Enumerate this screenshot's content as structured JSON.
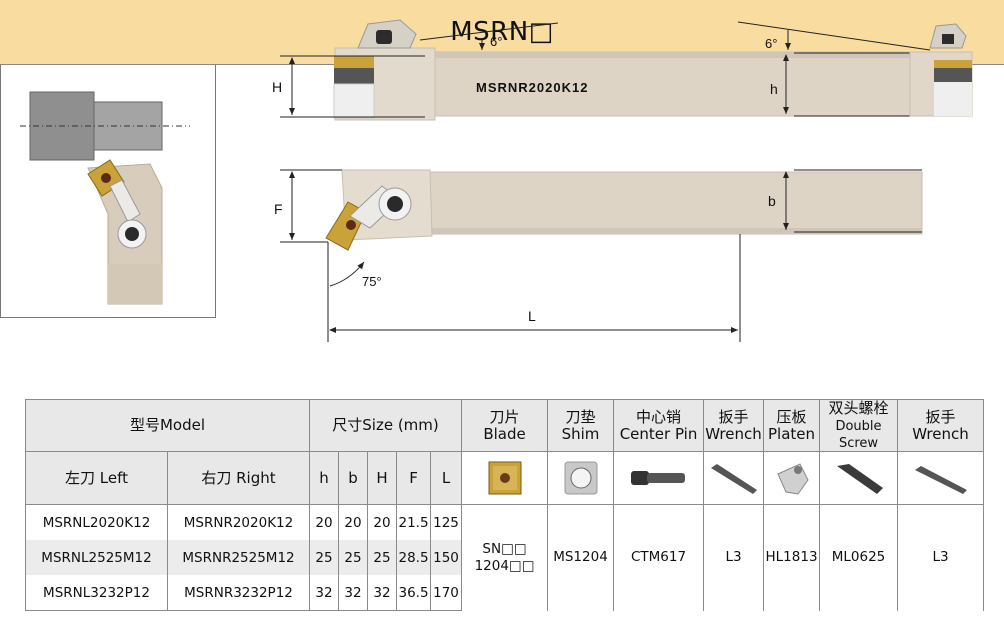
{
  "header": {
    "model_code": "MSRN□"
  },
  "diagram": {
    "label_H": "H",
    "label_h": "h",
    "label_F": "F",
    "label_b": "b",
    "label_L": "L",
    "angle_top_left": "6°",
    "angle_top_right": "6°",
    "angle_bottom": "75°",
    "shank_marking": "MSRNR2020K12",
    "shank_marking_small_1": "",
    "shank_marking_small_2": ""
  },
  "table": {
    "headers": {
      "model": "型号Model",
      "size": "尺寸Size (mm)",
      "blade": [
        "刀片",
        "Blade"
      ],
      "shim": [
        "刀垫",
        "Shim"
      ],
      "center_pin": [
        "中心销",
        "Center Pin"
      ],
      "wrench": [
        "扳手",
        "Wrench"
      ],
      "platen": [
        "压板",
        "Platen"
      ],
      "double_screw": [
        "双头螺栓",
        "Double",
        "Screw"
      ],
      "wrench2": [
        "扳手",
        "Wrench"
      ]
    },
    "sub_headers": {
      "left": "左刀 Left",
      "right": "右刀 Right",
      "h": "h",
      "b": "b",
      "H": "H",
      "F": "F",
      "L": "L"
    },
    "rows": [
      {
        "left": "MSRNL2020K12",
        "right": "MSRNR2020K12",
        "h": "20",
        "b": "20",
        "H": "20",
        "F": "21.5",
        "L": "125"
      },
      {
        "left": "MSRNL2525M12",
        "right": "MSRNR2525M12",
        "h": "25",
        "b": "25",
        "H": "25",
        "F": "28.5",
        "L": "150"
      },
      {
        "left": "MSRNL3232P12",
        "right": "MSRNR3232P12",
        "h": "32",
        "b": "32",
        "H": "32",
        "F": "36.5",
        "L": "170"
      }
    ],
    "accessories": {
      "blade": [
        "SN□□",
        "1204□□"
      ],
      "shim": "MS1204",
      "center_pin": "CTM617",
      "wrench": "L3",
      "platen": "HL1813",
      "double_screw": "ML0625",
      "wrench2": "L3"
    }
  },
  "colors": {
    "title_band": "#f8dca0",
    "shank": "#ddd3c5",
    "insert": "#c9a23a"
  }
}
